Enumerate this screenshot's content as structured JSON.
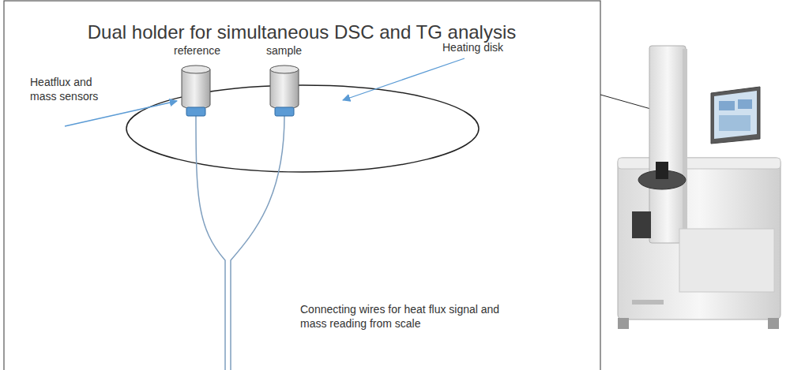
{
  "diagram": {
    "title": "Dual holder for simultaneous DSC and TG analysis",
    "labels": [
      "reference",
      "sample",
      "Heating disk",
      "Heatflux and mass sensors",
      "Connecting wires for heat flux signal and mass reading from scale"
    ]
  }
}
